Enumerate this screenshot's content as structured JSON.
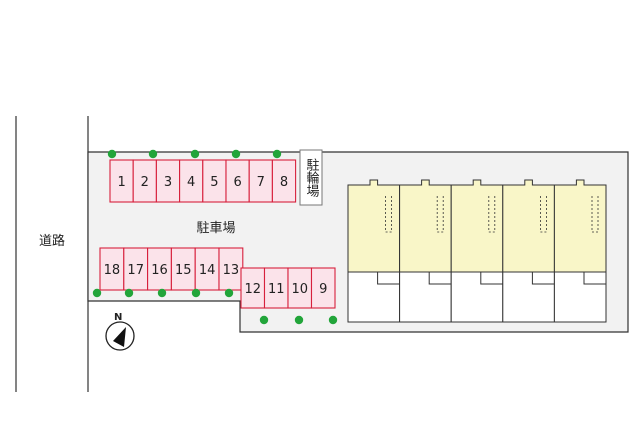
{
  "road": {
    "label": "道路"
  },
  "parking_lot": {
    "label": "駐車場"
  },
  "bicycle_parking": {
    "label": "駐輪場"
  },
  "compass": {
    "north_label": "N"
  },
  "parking_spaces": {
    "top_row": [
      "1",
      "2",
      "3",
      "4",
      "5",
      "6",
      "7",
      "8"
    ],
    "bottom_left_row": [
      "18",
      "17",
      "16",
      "15",
      "14",
      "13"
    ],
    "bottom_right_row": [
      "12",
      "11",
      "10",
      "9"
    ]
  },
  "building": {
    "unit_count": 5
  },
  "colors": {
    "space_fill": "#fbe3ea",
    "space_border": "#d7203c",
    "lot_fill": "#f2f2f2",
    "unit_fill": "#f9f6c8",
    "tree_green": "#22a53a",
    "outline": "#333333"
  }
}
